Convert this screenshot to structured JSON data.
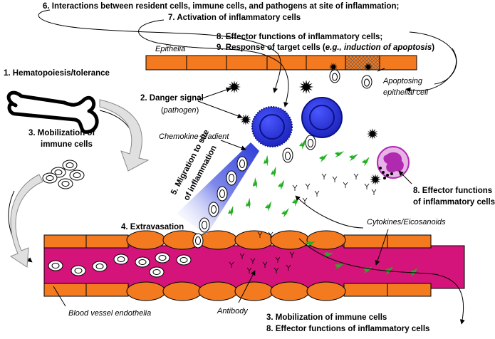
{
  "labels": {
    "l6": "6. Interactions between resident cells, immune cells, and pathogens at site of inflammation;",
    "l7": "7. Activation of inflammatory cells",
    "l8_top": "8. Effector functions of inflammatory cells;",
    "l9_prefix": "9. Response of target cells (",
    "l9_eg": "e.g.,",
    "l9_suffix": " induction of apoptosis",
    "l9_close": ")",
    "epithelia": "Epithelia",
    "hemato": "1. Hematopoiesis/tolerance",
    "danger": "2. Danger signal",
    "pathogen": "(pathogen)",
    "apop1": "Apoptosing",
    "apop2": "epithelial cell",
    "mob_left1": "3. Mobilization of",
    "mob_left2": "immune cells",
    "chemokine": "Chemokine gradient",
    "migr1": "5. Migration to site",
    "migr2": "of inflammation",
    "eff_right1": "8. Effector functions",
    "eff_right2": "of inflammatory cells",
    "extrav": "4. Extravasation",
    "cytokines": "Cytokines/Eicosanoids",
    "blood": "Blood vessel endothelia",
    "antibody": "Antibody",
    "mob_bottom": "3. Mobilization of immune cells",
    "eff_bottom": "8. Effector functions of inflammatory cells"
  },
  "colors": {
    "orange": "#f47a20",
    "magenta": "#d4147a",
    "blue": "#1f2bd6",
    "blueDark": "#0a118a",
    "green": "#22b022",
    "purple": "#b02ab0",
    "lilac": "#e6b4e6",
    "black": "#000000"
  }
}
